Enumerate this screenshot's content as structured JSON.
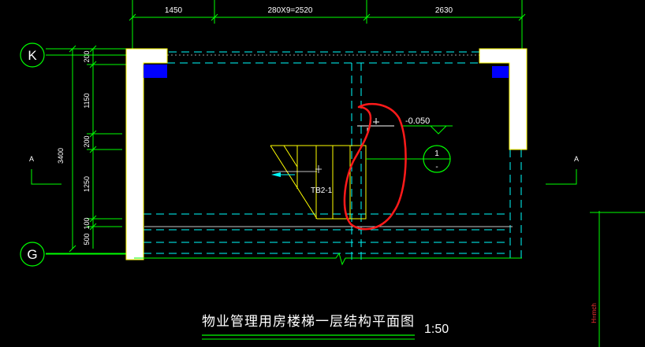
{
  "drawing": {
    "title": "物业管理用房楼梯一层结构平面图",
    "scale": "1:50"
  },
  "dimensions": {
    "top": [
      "1450",
      "280X9=2520",
      "2630"
    ],
    "left_segments": [
      "200",
      "1150",
      "200",
      "1250",
      "100",
      "500"
    ],
    "left_total": "3400"
  },
  "axes": {
    "top_axis": "K",
    "bottom_axis": "G"
  },
  "section": {
    "left_mark": "A",
    "right_mark": "A"
  },
  "annotations": {
    "elevation": "-0.050",
    "stair_label": "TB2-1",
    "detail_number": "1",
    "detail_sheet": "-",
    "height_note": "H=mch"
  },
  "colors": {
    "background": "#000000",
    "wall": "#ffffff",
    "wall_outline": "#ffff00",
    "column": "#0000ff",
    "beam": "#00ffff",
    "dimension": "#00ff00",
    "markup": "#ff0000",
    "text": "#ffffff"
  }
}
